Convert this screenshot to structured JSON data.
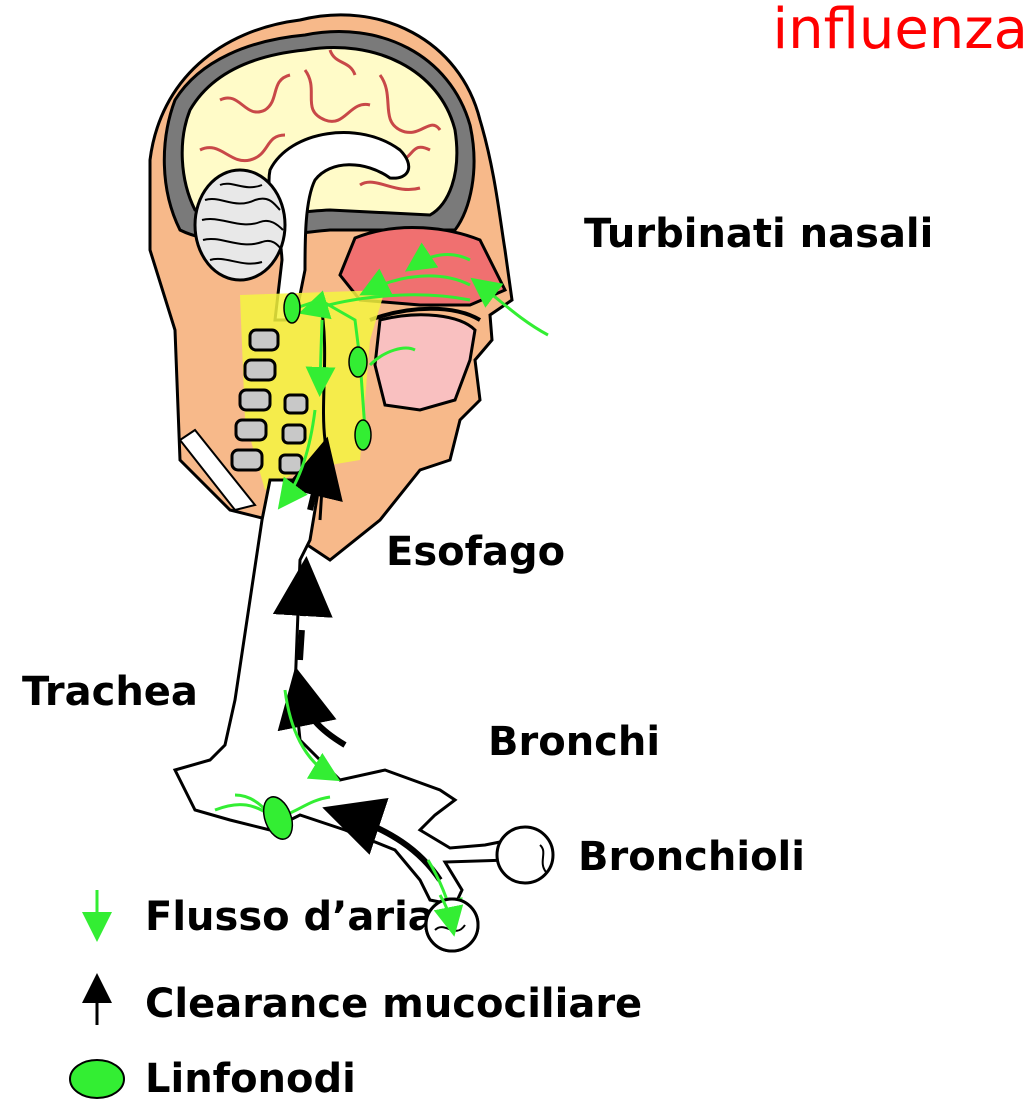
{
  "title": "influenza",
  "labels": {
    "turbinati": "Turbinati nasali",
    "esofago": "Esofago",
    "trachea": "Trachea",
    "bronchi": "Bronchi",
    "bronchioli": "Bronchioli"
  },
  "legend": {
    "flusso": "Flusso d’aria",
    "clearance": "Clearance mucociliare",
    "linfonodi": "Linfonodi"
  },
  "colors": {
    "title": "#ff0000",
    "airflow": "#33ee33",
    "lymph_node": "#33ee33",
    "brain": "#fffbc8",
    "brain_folds": "#d05050",
    "skin": "#f7b98a",
    "nasal_mucosa": "#f07070",
    "lymph_zone": "#f5f540",
    "vertebrae": "#c8c8c8"
  }
}
